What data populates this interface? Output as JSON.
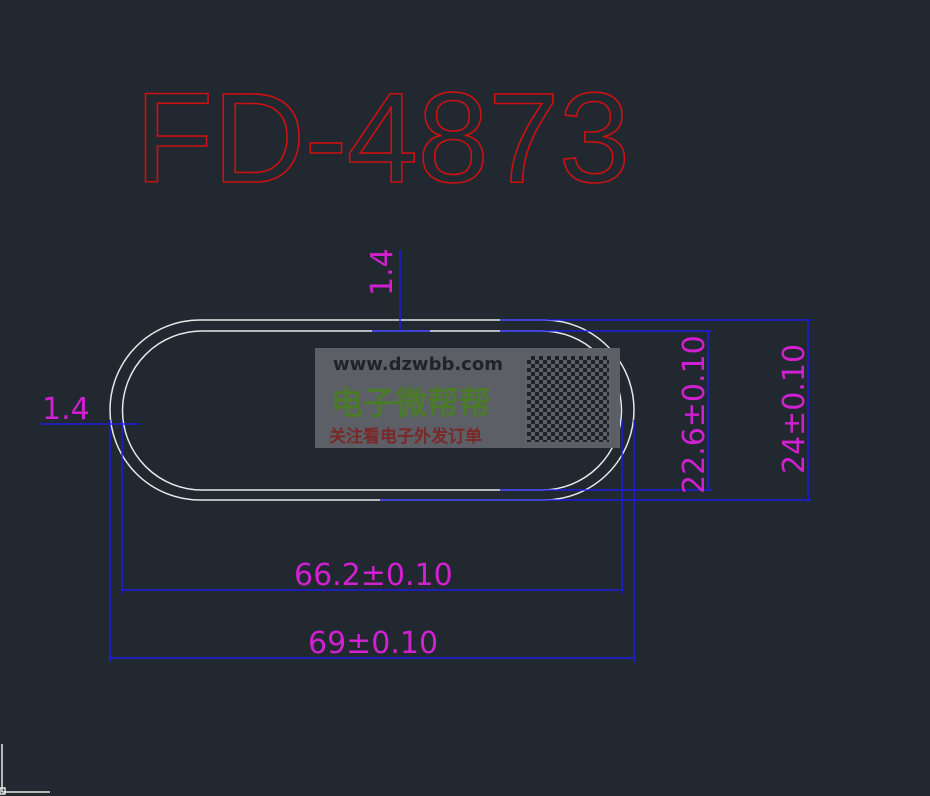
{
  "title": "FD-4873",
  "dimensions": {
    "top_thickness": "1.4",
    "left_thickness": "1.4",
    "inner_length": "66.2±0.10",
    "outer_length": "69±0.10",
    "inner_height": "22.6±0.10",
    "outer_height": "24±0.10"
  },
  "watermark": {
    "url": "www.dzwbb.com",
    "name": "电子微帮帮",
    "slogan": "关注看电子外发订单"
  },
  "colors": {
    "background": "#212830",
    "title": "#cc1111",
    "dimension_text": "#d020d0",
    "dimension_line": "#1a1aff",
    "outline": "#e8e8e8"
  }
}
